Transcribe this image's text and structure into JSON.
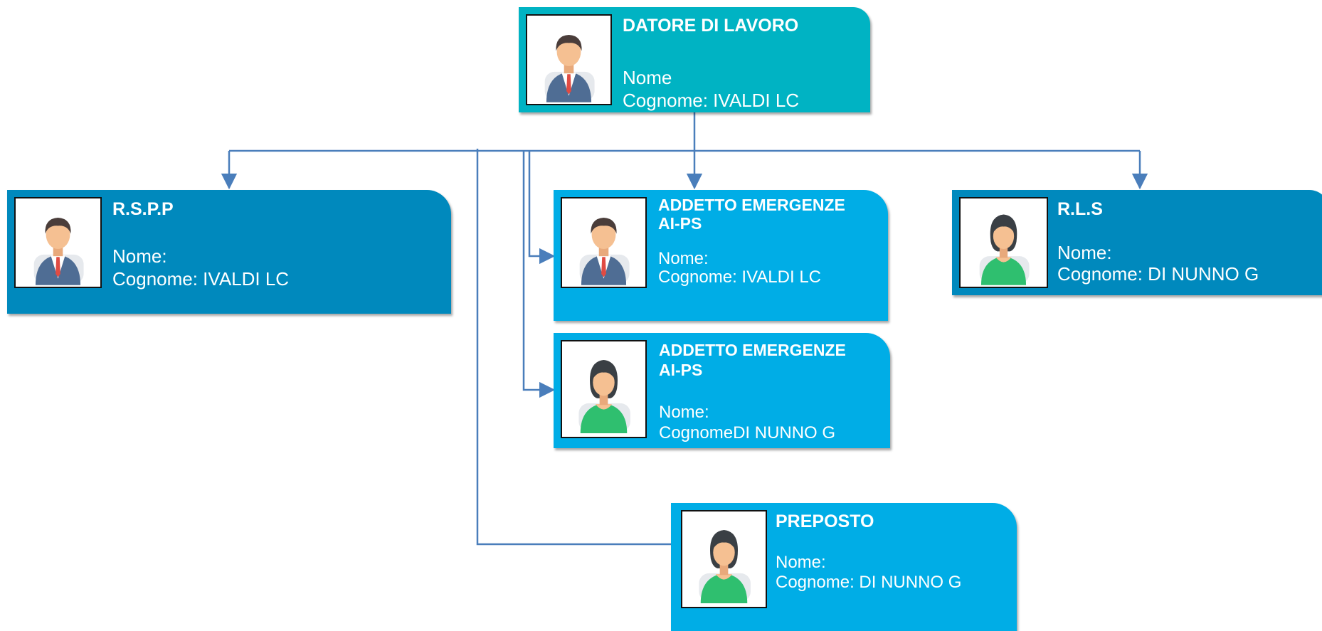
{
  "colors": {
    "teal": "#00b3c3",
    "dark_blue": "#0089bd",
    "light_blue": "#00ade6",
    "connector": "#4a7ebb"
  },
  "nodes": {
    "datore": {
      "role": "DATORE DI LAVORO",
      "nome": "Nome",
      "cognome": "Cognome: IVALDI LC",
      "avatar": "male-avatar-icon"
    },
    "rspp": {
      "role": "R.S.P.P",
      "nome": "Nome:",
      "cognome": "Cognome: IVALDI LC",
      "avatar": "male-avatar-icon"
    },
    "addetto1": {
      "role_line1": "ADDETTO EMERGENZE",
      "role_line2": "AI-PS",
      "nome": "Nome:",
      "cognome": "Cognome: IVALDI LC",
      "avatar": "male-avatar-icon"
    },
    "addetto2": {
      "role_line1": "ADDETTO EMERGENZE",
      "role_line2": "AI-PS",
      "nome": "Nome:",
      "cognome": "CognomeDI NUNNO G",
      "avatar": "female-avatar-icon"
    },
    "rls": {
      "role": "R.L.S",
      "nome": "Nome:",
      "cognome": "Cognome: DI NUNNO G",
      "avatar": "female-avatar-icon"
    },
    "preposto": {
      "role": "PREPOSTO",
      "nome": "Nome:",
      "cognome": "Cognome: DI NUNNO G",
      "avatar": "female-avatar-icon"
    }
  }
}
